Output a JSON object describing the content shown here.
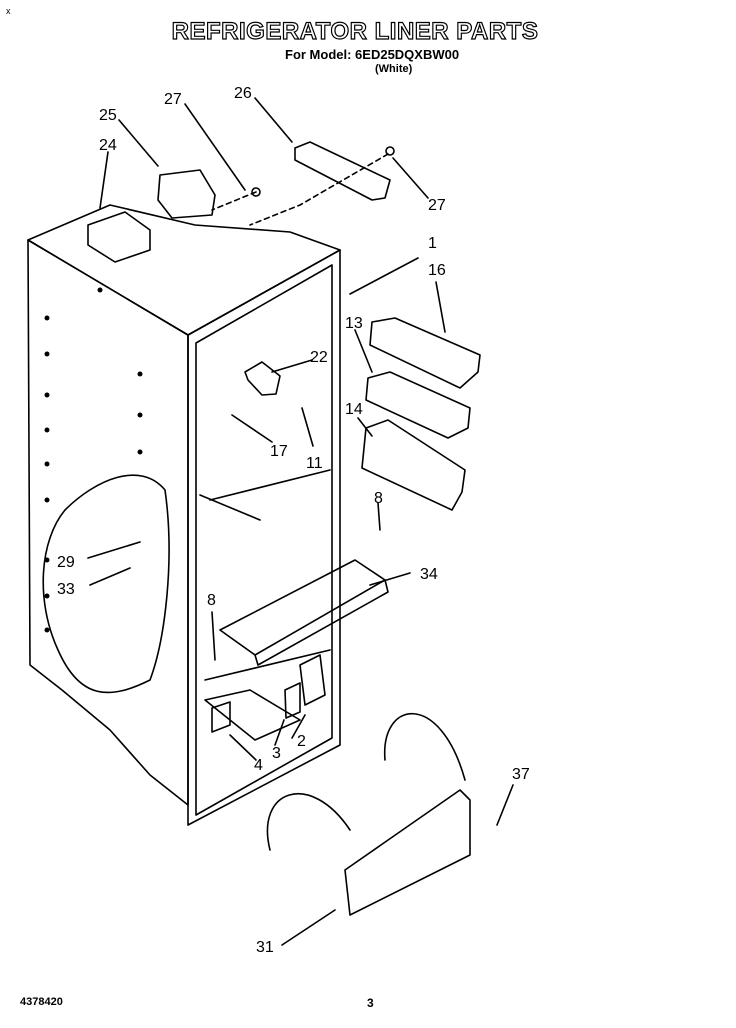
{
  "header": {
    "title": "REFRIGERATOR LINER PARTS",
    "model_line": "For Model: 6ED25DQXBW00",
    "color_line": "(White)"
  },
  "footer": {
    "doc_number": "4378420",
    "page_number": "3"
  },
  "corner_mark": "x",
  "callouts": [
    "25",
    "27",
    "26",
    "24",
    "27",
    "1",
    "16",
    "13",
    "22",
    "14",
    "17",
    "11",
    "8",
    "29",
    "33",
    "34",
    "8",
    "2",
    "3",
    "4",
    "37",
    "31"
  ]
}
